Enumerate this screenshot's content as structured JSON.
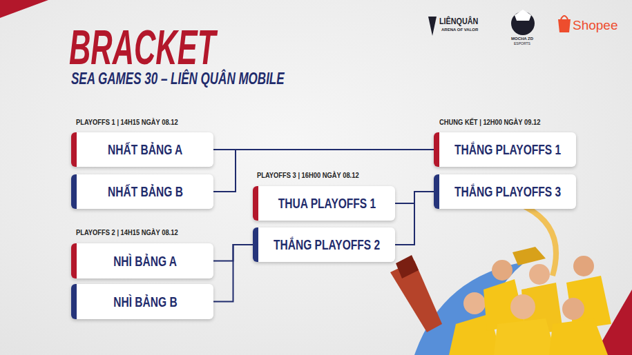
{
  "diagram": {
    "title": "BRACKET",
    "nodes": [
      {
        "text": [
          "NHẤT BẢNG A"
        ]
      },
      {
        "text": [
          "NHẤT BẢNG B"
        ]
      },
      {
        "text": [
          "NHÌ BẢNG A"
        ]
      },
      {
        "text": [
          "NHÌ BẢNG B"
        ]
      },
      {
        "text": [
          "THUA PLAYOFFS 1"
        ]
      },
      {
        "text": [
          "THẮNG PLAYOFFS 2"
        ]
      },
      {
        "text": [
          "THẮNG PLAYOFFS 1"
        ]
      },
      {
        "text": [
          "THẮNG PLAYOFFS 3"
        ]
      }
    ],
    "edges": [
      {
        "from": 0,
        "to": 6,
        "arrow": "none"
      },
      {
        "from": 1,
        "to": 6,
        "arrow": "none"
      },
      {
        "from": 2,
        "to": 5,
        "arrow": "none"
      },
      {
        "from": 3,
        "to": 5,
        "arrow": "none"
      },
      {
        "from": 4,
        "to": 7,
        "arrow": "none"
      },
      {
        "from": 5,
        "to": 7,
        "arrow": "none"
      }
    ],
    "labels": [
      "SEA GAMES 30 – LIÊN QUÂN MOBILE",
      "LIÊNQUÂN",
      "ARENA OF VALOR",
      "MOCHA ZD",
      "ESPORTS",
      "Shopee",
      "PLAYOFFS 1 | 14H15 NGÀY 08.12",
      "CHUNG KẾT | 12H00 NGÀY 09.12",
      "PLAYOFFS 3 | 16H00 NGÀY 08.12",
      "PLAYOFFS 2 | 14H15 NGÀY 08.12"
    ]
  }
}
